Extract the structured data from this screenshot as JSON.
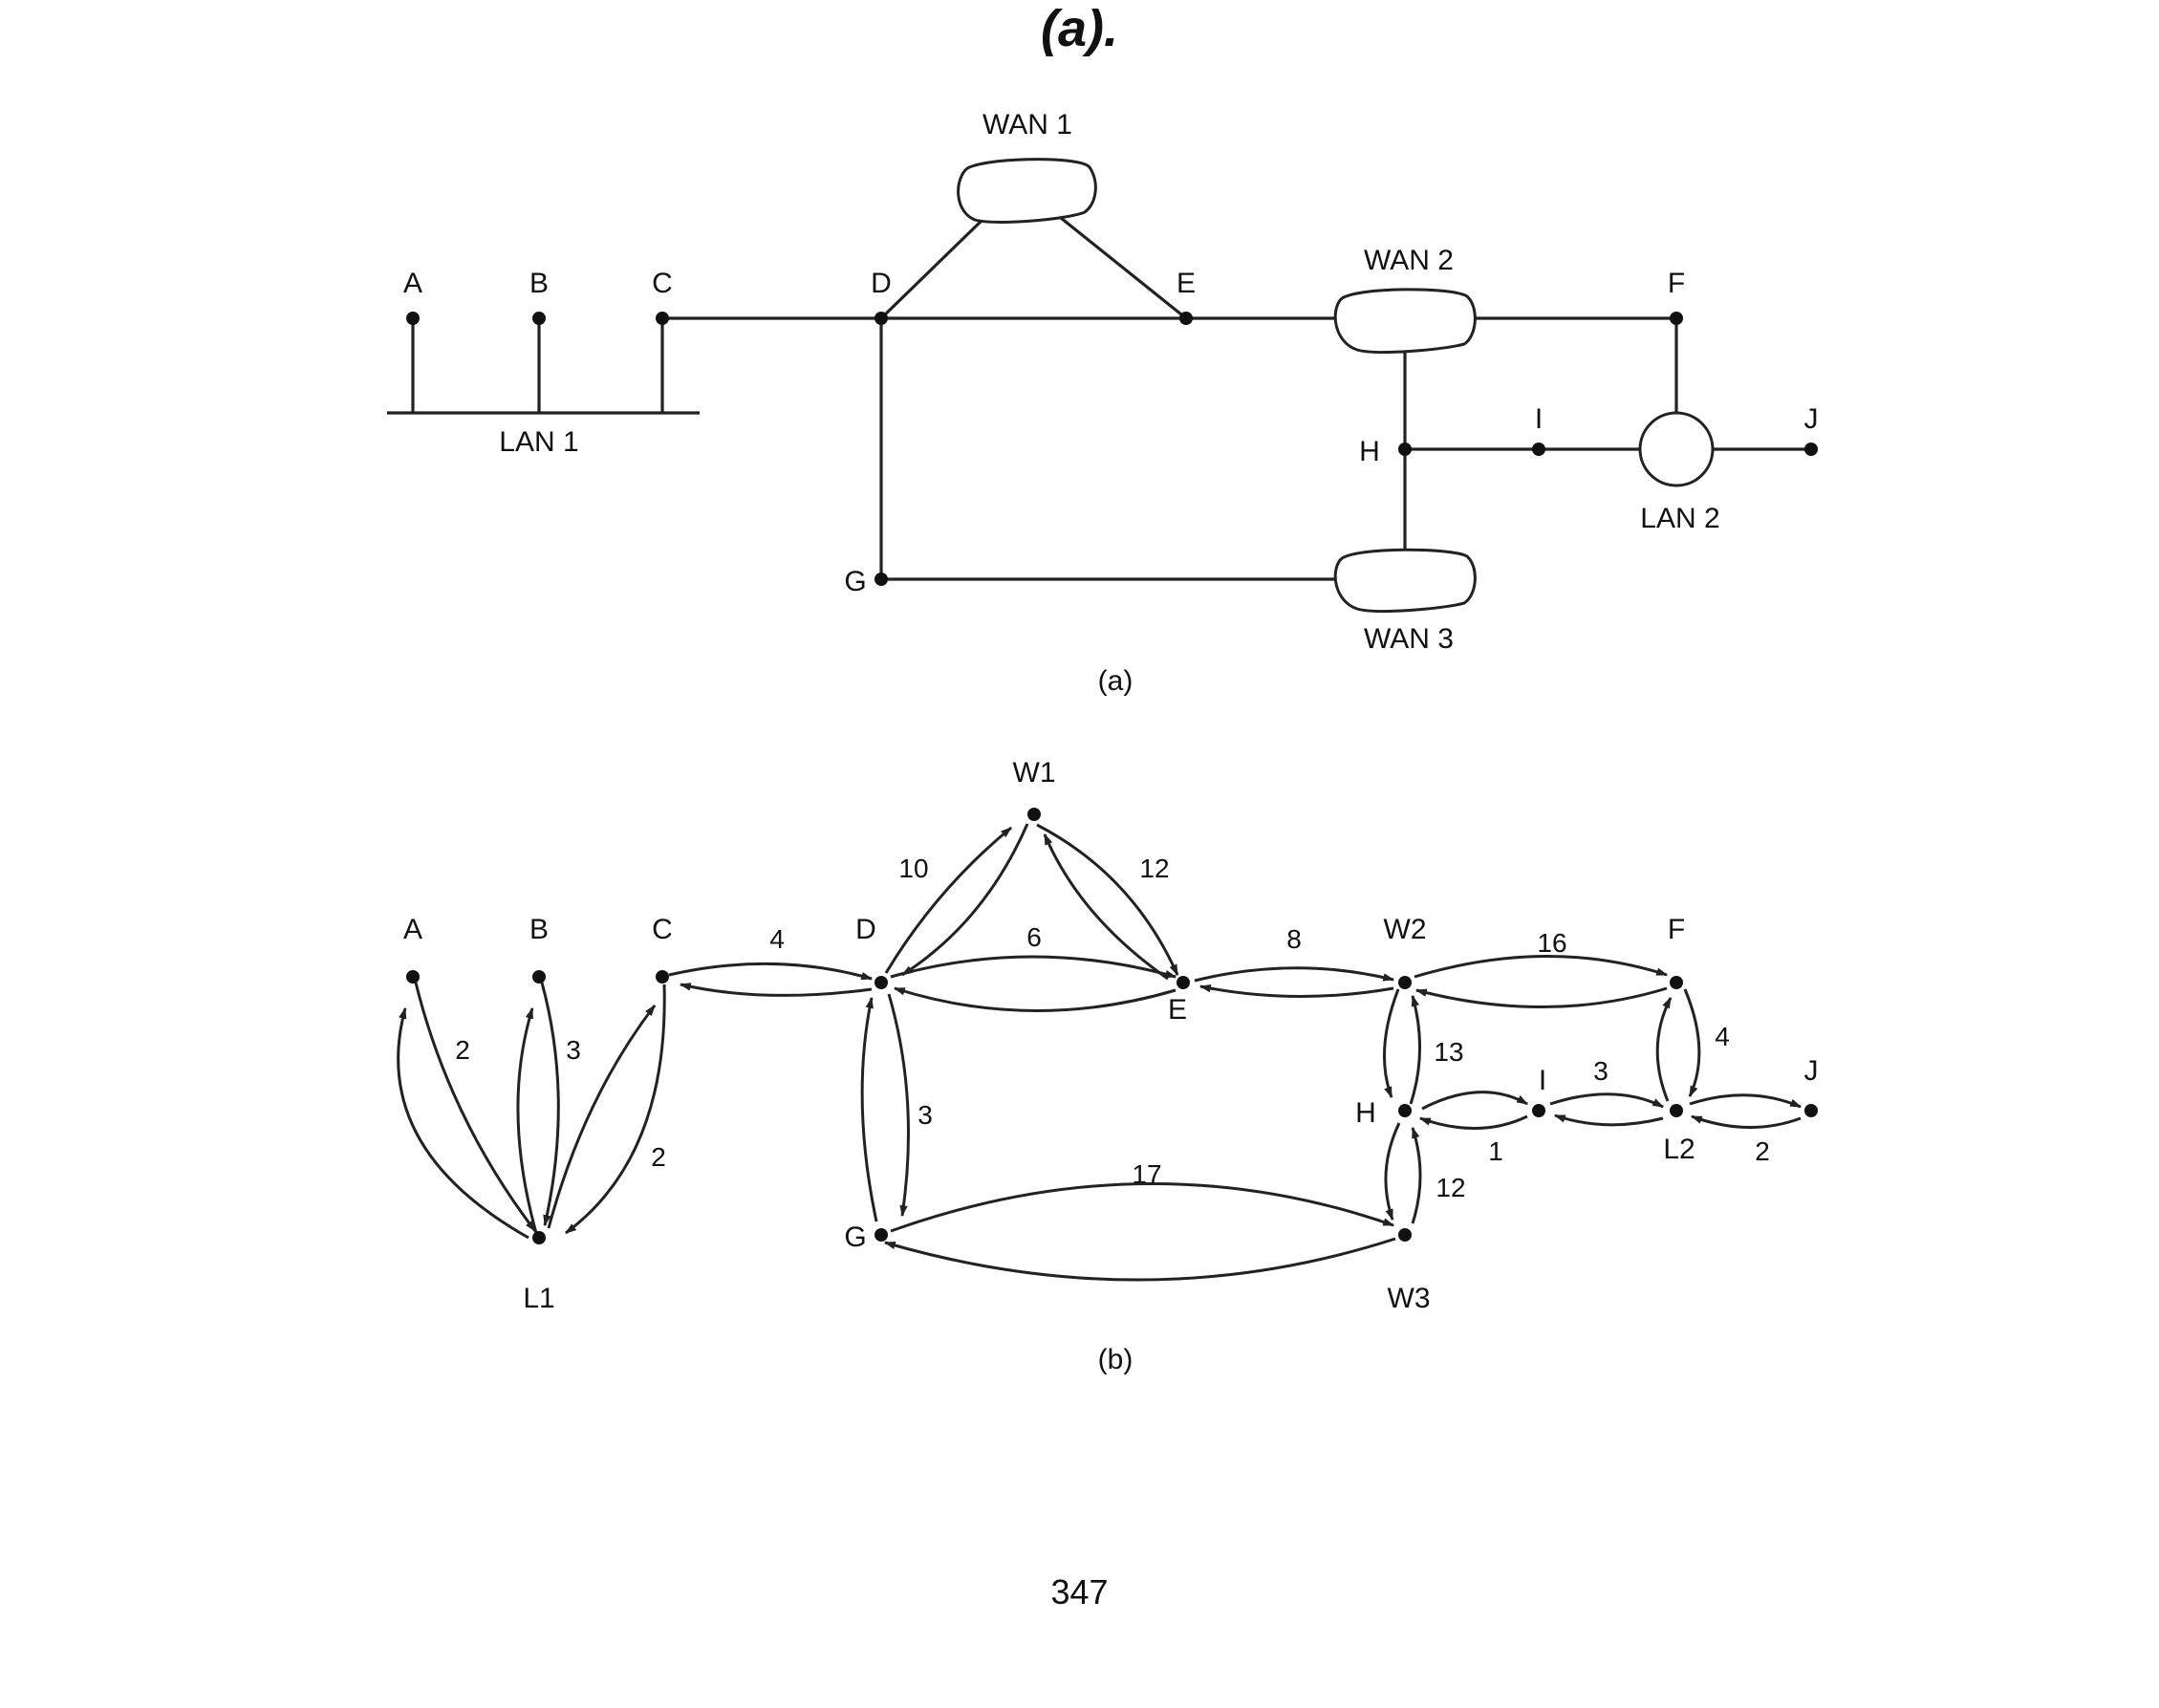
{
  "page": {
    "title": "(a).",
    "page_number": "347"
  },
  "panel_a": {
    "caption": "(a)",
    "nodes": {
      "A": "A",
      "B": "B",
      "C": "C",
      "D": "D",
      "E": "E",
      "F": "F",
      "G": "G",
      "H": "H",
      "I": "I",
      "J": "J"
    },
    "networks": {
      "lan1": "LAN 1",
      "lan2": "LAN 2",
      "wan1": "WAN 1",
      "wan2": "WAN 2",
      "wan3": "WAN 3"
    }
  },
  "panel_b": {
    "caption": "(b)",
    "nodes": {
      "A": "A",
      "B": "B",
      "C": "C",
      "D": "D",
      "E": "E",
      "F": "F",
      "G": "G",
      "H": "H",
      "I": "I",
      "J": "J",
      "L1": "L1",
      "L2": "L2",
      "W1": "W1",
      "W2": "W2",
      "W3": "W3"
    },
    "edges": [
      {
        "from": "A",
        "to": "L1",
        "weight": "2"
      },
      {
        "from": "B",
        "to": "L1",
        "weight": "3"
      },
      {
        "from": "C",
        "to": "L1",
        "weight": "2"
      },
      {
        "from": "C",
        "to": "D",
        "weight": "4"
      },
      {
        "from": "D",
        "to": "W1",
        "weight": "10"
      },
      {
        "from": "D",
        "to": "E",
        "weight": "6"
      },
      {
        "from": "W1",
        "to": "E",
        "weight": "12"
      },
      {
        "from": "D",
        "to": "G",
        "weight": "3"
      },
      {
        "from": "E",
        "to": "W2",
        "weight": "8"
      },
      {
        "from": "W2",
        "to": "F",
        "weight": "16"
      },
      {
        "from": "W2",
        "to": "H",
        "weight": "13"
      },
      {
        "from": "G",
        "to": "W3",
        "weight": "17"
      },
      {
        "from": "W3",
        "to": "H",
        "weight": "12"
      },
      {
        "from": "H",
        "to": "I",
        "weight": "1"
      },
      {
        "from": "I",
        "to": "L2",
        "weight": "3"
      },
      {
        "from": "F",
        "to": "L2",
        "weight": "4"
      },
      {
        "from": "L2",
        "to": "J",
        "weight": "2"
      }
    ]
  }
}
